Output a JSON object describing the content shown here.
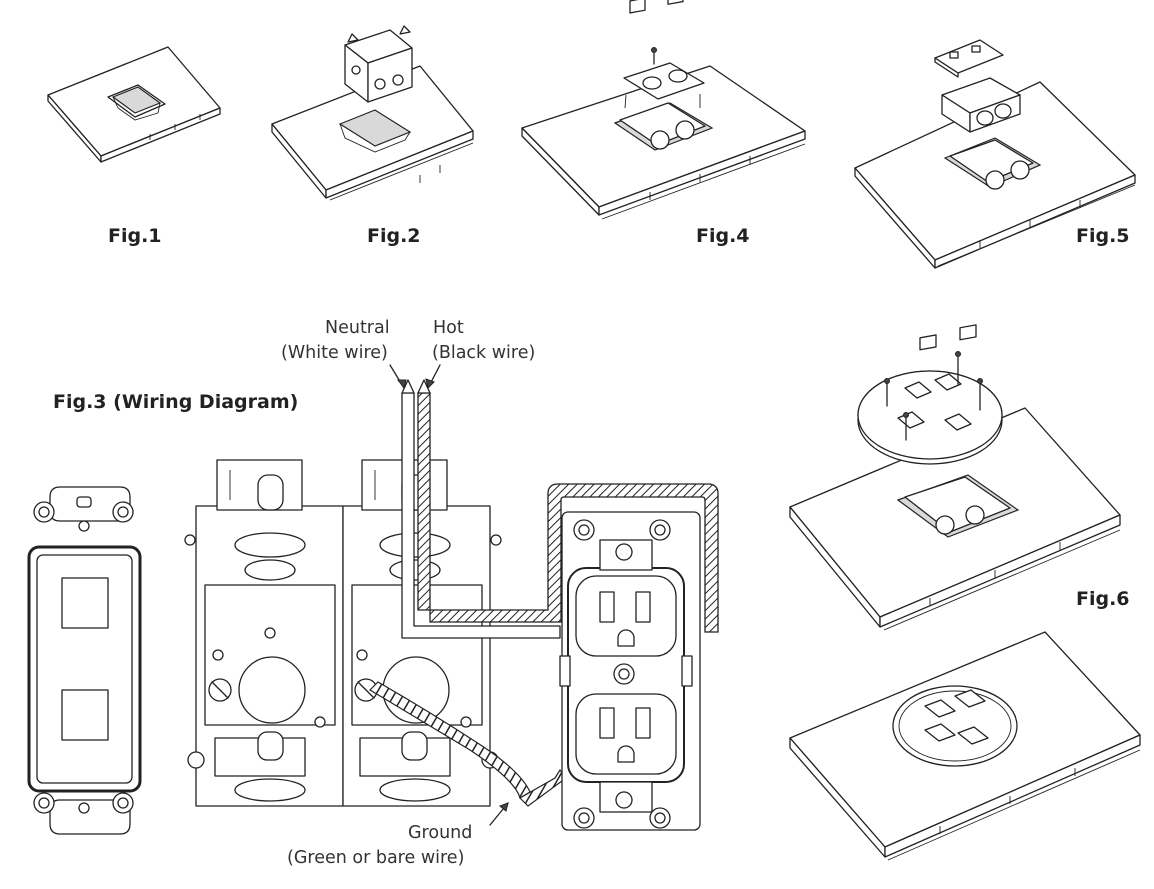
{
  "figures": {
    "fig1": "Fig.1",
    "fig2": "Fig.2",
    "fig3": "Fig.3 (Wiring Diagram)",
    "fig4": "Fig.4",
    "fig5": "Fig.5",
    "fig6": "Fig.6"
  },
  "wiring_labels": {
    "neutral": "Neutral",
    "neutral_desc": "(White wire)",
    "hot": "Hot",
    "hot_desc": "(Black wire)",
    "ground": "Ground",
    "ground_desc": "(Green or bare wire)"
  },
  "colors": {
    "line": "#222222",
    "background": "#ffffff",
    "hatch": "#222222"
  }
}
